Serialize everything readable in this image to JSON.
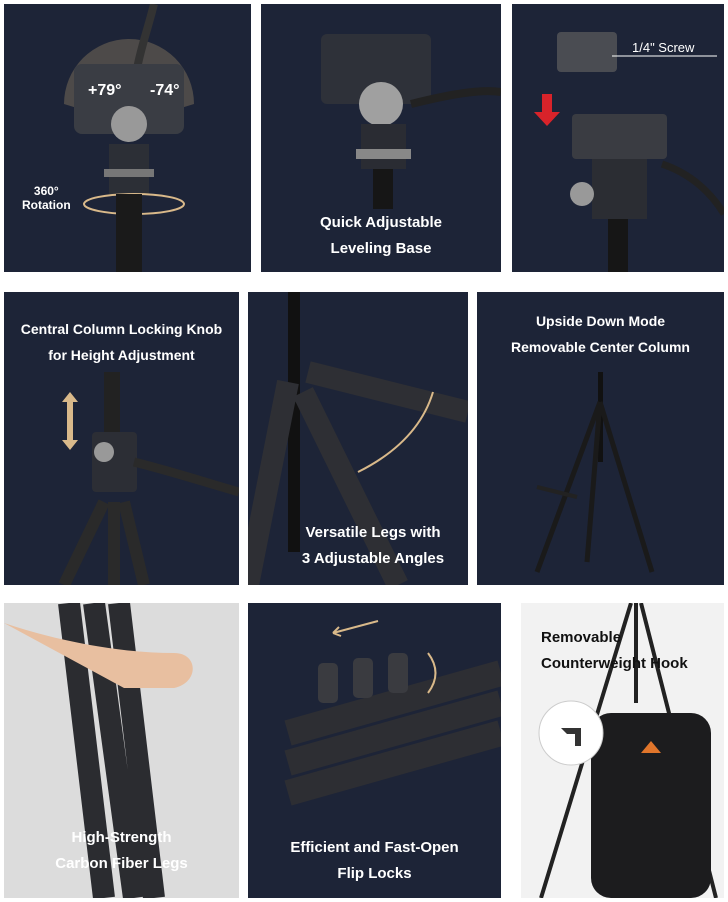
{
  "panels": {
    "rotation": {
      "angle_left": "+79°",
      "angle_right": "-74°",
      "rotation_degrees": "360°",
      "rotation_label": "Rotation"
    },
    "leveling": {
      "line1": "Quick Adjustable",
      "line2": "Leveling Base"
    },
    "plate": {
      "screw_label": "1/4\" Screw"
    },
    "column": {
      "line1": "Central Column Locking Knob",
      "line2": "for Height Adjustment"
    },
    "legs": {
      "line1": "Versatile Legs with",
      "line2": "3 Adjustable Angles"
    },
    "upside": {
      "line1": "Upside Down Mode",
      "line2": "Removable Center Column"
    },
    "carbon": {
      "line1": "High-Strength",
      "line2": "Carbon Fiber Legs"
    },
    "locks": {
      "line1": "Efficient and Fast-Open",
      "line2": "Flip Locks"
    },
    "hook": {
      "line1": "Removable",
      "line2": "Counterweight Hook"
    }
  },
  "colors": {
    "panel_bg": "#1d2437",
    "accent_arrow": "#d9b98a",
    "red_arrow": "#d8232a"
  }
}
